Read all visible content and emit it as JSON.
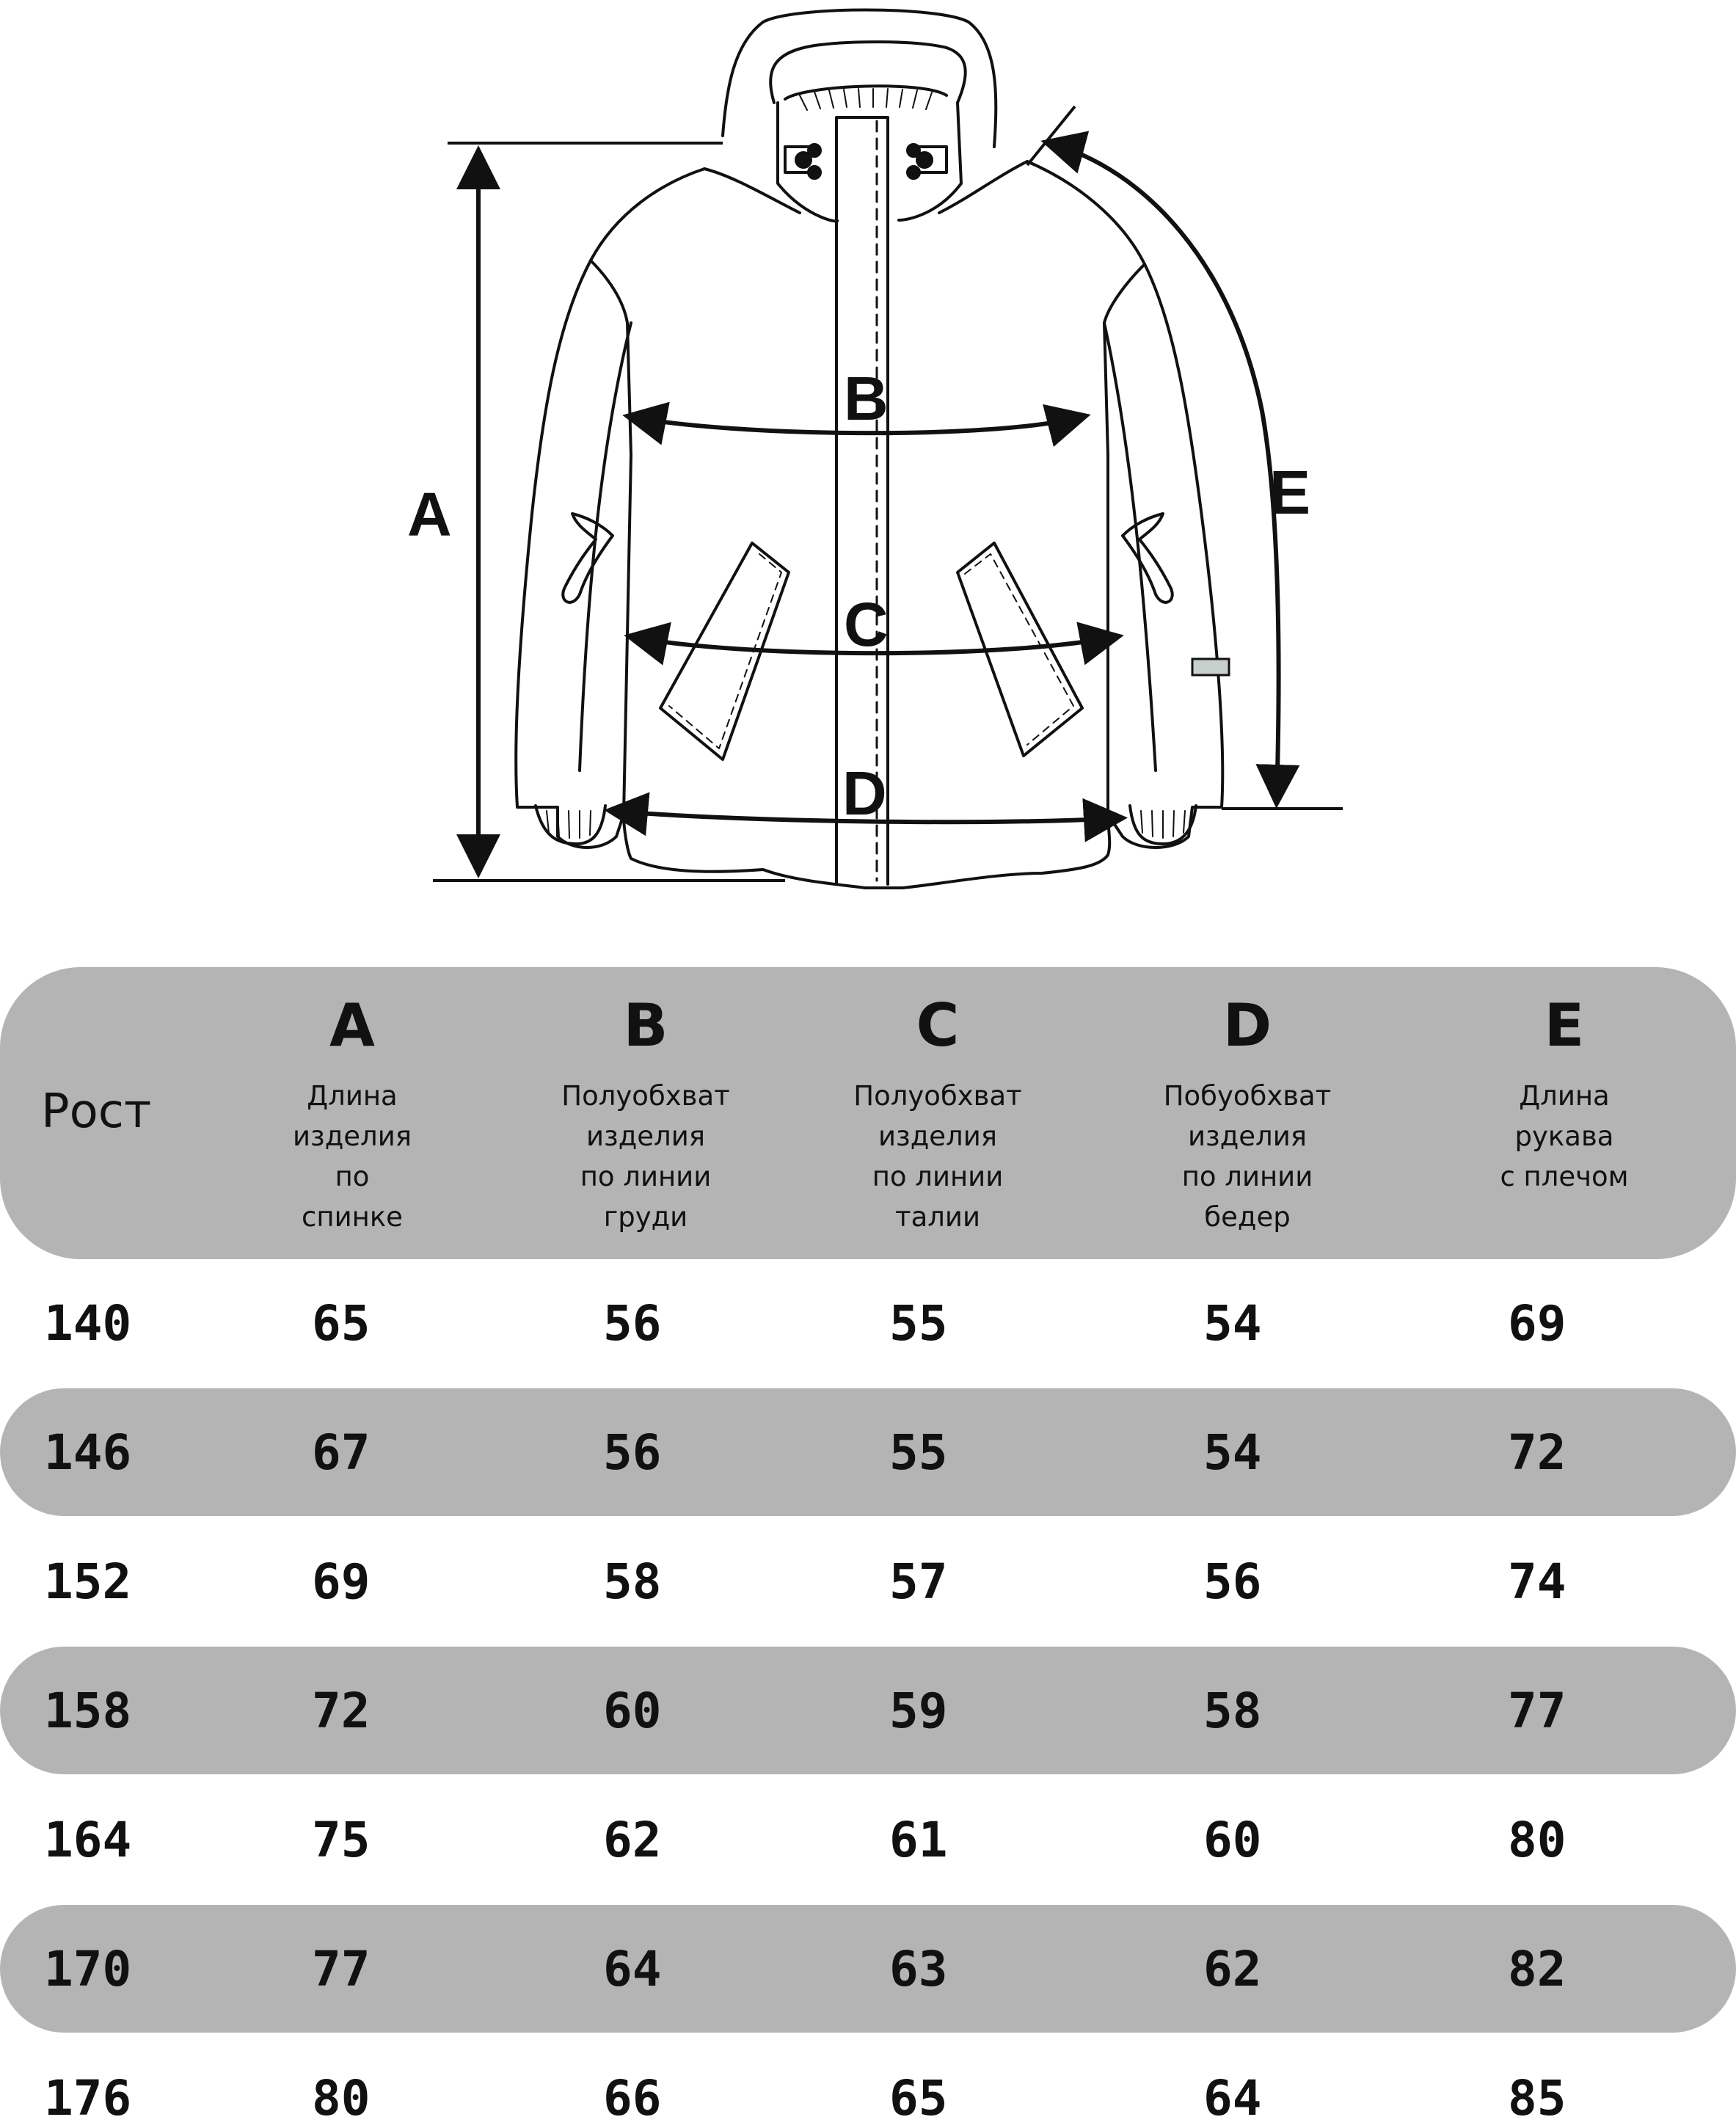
{
  "diagram": {
    "labels": {
      "a": "A",
      "b": "B",
      "c": "C",
      "d": "D",
      "e": "E"
    }
  },
  "table": {
    "header": {
      "height_label": "Рост",
      "columns": [
        {
          "letter": "A",
          "desc": [
            "Длина",
            "изделия",
            "по",
            "спинке"
          ]
        },
        {
          "letter": "B",
          "desc": [
            "Полуобхват",
            "изделия",
            "по линии",
            "груди"
          ]
        },
        {
          "letter": "C",
          "desc": [
            "Полуобхват",
            "изделия",
            "по линии",
            "талии"
          ]
        },
        {
          "letter": "D",
          "desc": [
            "Побуобхват",
            "изделия",
            "по линии",
            "бедер"
          ]
        },
        {
          "letter": "E",
          "desc": [
            "Длина",
            "рукава",
            "с плечом"
          ]
        }
      ]
    },
    "rows": [
      {
        "height": "140",
        "a": "65",
        "b": "56",
        "c": "55",
        "d": "54",
        "e": "69",
        "shaded": false
      },
      {
        "height": "146",
        "a": "67",
        "b": "56",
        "c": "55",
        "d": "54",
        "e": "72",
        "shaded": true
      },
      {
        "height": "152",
        "a": "69",
        "b": "58",
        "c": "57",
        "d": "56",
        "e": "74",
        "shaded": false
      },
      {
        "height": "158",
        "a": "72",
        "b": "60",
        "c": "59",
        "d": "58",
        "e": "77",
        "shaded": true
      },
      {
        "height": "164",
        "a": "75",
        "b": "62",
        "c": "61",
        "d": "60",
        "e": "80",
        "shaded": false
      },
      {
        "height": "170",
        "a": "77",
        "b": "64",
        "c": "63",
        "d": "62",
        "e": "82",
        "shaded": true
      },
      {
        "height": "176",
        "a": "80",
        "b": "66",
        "c": "65",
        "d": "64",
        "e": "85",
        "shaded": false
      }
    ]
  },
  "colors": {
    "band": "#b4b4b4",
    "ink": "#111111",
    "tab": "#c8cfcf"
  }
}
